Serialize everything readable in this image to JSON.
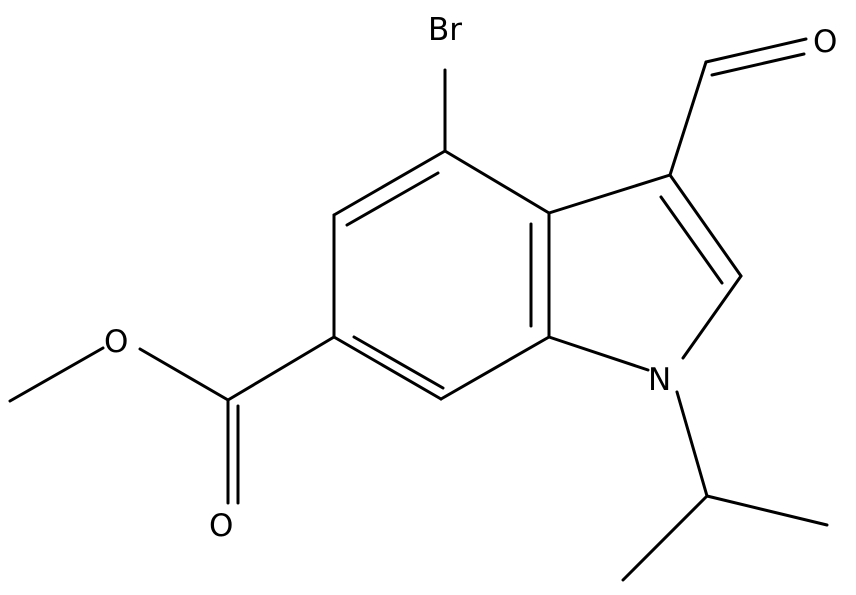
{
  "molecule": {
    "atom_labels": {
      "bromine": "Br",
      "aldehyde_oxygen": "O",
      "ester_ether_oxygen": "O",
      "ester_carbonyl_oxygen": "O",
      "ring_nitrogen": "N"
    }
  },
  "colors": {
    "bond": "#000000",
    "label": "#000000",
    "background": "#ffffff"
  }
}
